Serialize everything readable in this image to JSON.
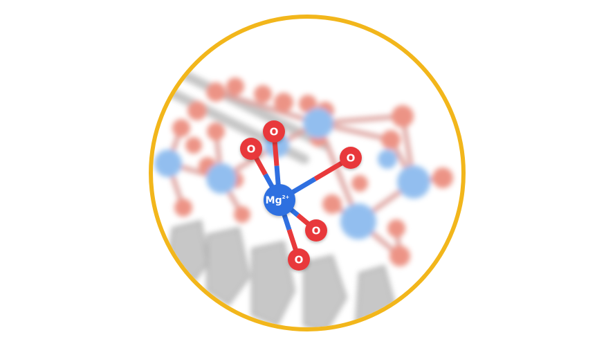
{
  "diagram": {
    "center_atom": {
      "label": "Mg",
      "charge": "2+",
      "color": "#2f6fe0"
    },
    "ligands": [
      {
        "label": "O"
      },
      {
        "label": "O"
      },
      {
        "label": "O"
      },
      {
        "label": "O"
      },
      {
        "label": "O"
      }
    ],
    "colors": {
      "frame": "#f2b61b",
      "oxygen": "#e8393b",
      "magnesium_bond": "#2f6fe0",
      "background_lattice_oxygen": "#e9806f",
      "background_lattice_metal": "#7fb3ec",
      "background_lattice_layer": "#bdbdbd"
    }
  }
}
